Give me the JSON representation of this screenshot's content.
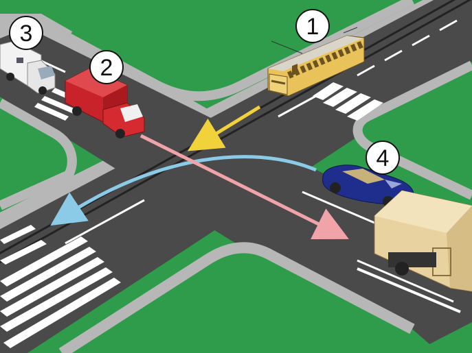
{
  "scene": {
    "colors": {
      "grass": "#2e9c4a",
      "road": "#4a4a4a",
      "sidewalk": "#b7b7b7",
      "marking": "#ffffff",
      "tram": "#e9c25a",
      "red_truck": "#c8232a",
      "ambulance": "#f2f2f2",
      "car": "#1f2e8c",
      "box_truck": "#e8d2a0",
      "arrow_yellow": "#f2d23b",
      "arrow_blue": "#8ccbe8",
      "arrow_pink": "#f0a3a8"
    },
    "vehicles": [
      {
        "number": "1",
        "type": "tram"
      },
      {
        "number": "2",
        "type": "red delivery truck"
      },
      {
        "number": "3",
        "type": "white ambulance"
      },
      {
        "number": "4",
        "type": "blue car"
      },
      {
        "number": "",
        "type": "beige box truck"
      }
    ]
  }
}
